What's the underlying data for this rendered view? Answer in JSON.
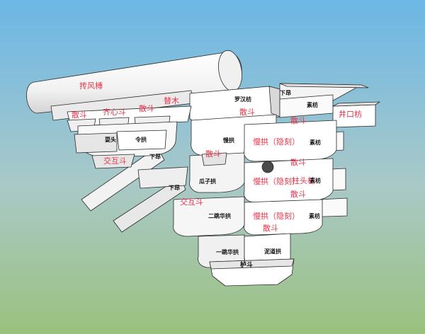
{
  "colors": {
    "sky_top": "#6bb7e6",
    "ground_bottom": "#9bc17e",
    "face_light": "#ffffff",
    "face_mid": "#ececec",
    "face_dark": "#cfcfcf",
    "edge": "#2a2a2a",
    "label_red": "#e8334a",
    "label_black": "#111111"
  },
  "labels": {
    "tuofengtuan": "抟风槫",
    "qixindou": "齐心斗",
    "sandou_1": "散斗",
    "sandou_2": "散斗",
    "sandou_3": "散斗",
    "sandou_4": "散斗",
    "sandou_5": "散斗",
    "sandou_6": "散斗",
    "sandou_7": "散斗",
    "timu": "替木",
    "shuahetou": "耍头",
    "linggong": "令拱",
    "xiaang_1": "下昂",
    "xiaang_2": "下昂",
    "xiaang_3": "下昂",
    "jiaohudou_1": "交互斗",
    "jiaohudou_2": "交互斗",
    "luohanfang": "罗汉枋",
    "sufang_1": "素枋",
    "sufang_2": "素枋",
    "sufang_3": "素枋",
    "sufang_4": "素枋",
    "jingkoufang": "井口枋",
    "mangong_1": "慢拱",
    "mangong_yinke_1": "慢拱（隐刻）",
    "mangong_yinke_2": "慢拱（隐刻）",
    "mangong_yinke_3": "慢拱（隐刻）",
    "guazigong": "瓜子拱",
    "zhutoufang": "柱头枋",
    "erchaohuagong": "二跳华拱",
    "yichaohuagong": "一跳华拱",
    "nidaogong": "泥道拱",
    "ludou": "栌斗"
  }
}
